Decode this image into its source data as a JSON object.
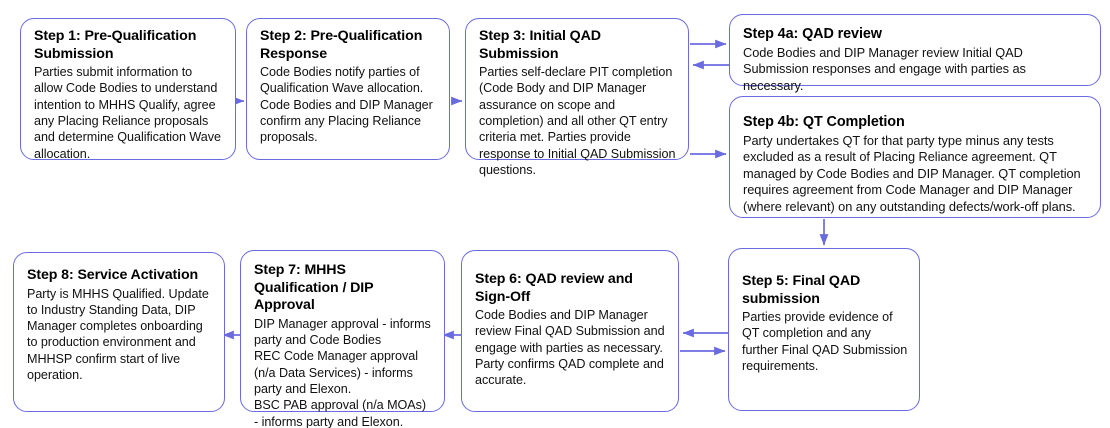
{
  "diagram": {
    "title": "MHHS Qualification Process Flow",
    "accent_color": "#6B6BE0",
    "background_color": "#FFFFFF",
    "text_color": "#111111"
  },
  "nodes": {
    "step1": {
      "title": "Step 1: Pre-Qualification Submission",
      "body": "Parties submit information to allow Code Bodies to understand intention to MHHS Qualify, agree any Placing Reliance proposals and determine Qualification Wave allocation."
    },
    "step2": {
      "title": "Step 2: Pre-Qualification Response",
      "body": "Code Bodies notify parties of Qualification Wave allocation. Code Bodies and DIP Manager confirm any Placing Reliance proposals."
    },
    "step3": {
      "title": "Step 3: Initial QAD Submission",
      "body": "Parties self-declare PIT completion (Code Body and DIP Manager assurance on scope and completion) and all other QT entry criteria met. Parties provide response to Initial QAD Submission questions."
    },
    "step4a": {
      "title": "Step 4a: QAD review",
      "body": "Code Bodies and DIP Manager review Initial QAD Submission responses and engage with parties as necessary."
    },
    "step4b": {
      "title": "Step 4b: QT Completion",
      "body": "Party undertakes QT for that party type minus any tests excluded as a result of Placing Reliance agreement. QT managed by Code Bodies and DIP Manager. QT completion requires agreement from Code Manager and DIP Manager (where relevant) on any outstanding defects/work-off plans."
    },
    "step5": {
      "title": "Step 5: Final QAD submission",
      "body": "Parties provide evidence of QT completion and any further Final QAD Submission requirements."
    },
    "step6": {
      "title": "Step 6: QAD review and Sign-Off",
      "body": "Code Bodies and DIP Manager review Final QAD Submission and engage with parties as necessary.\nParty confirms QAD complete and accurate."
    },
    "step7": {
      "title": "Step 7: MHHS Qualification / DIP Approval",
      "body": "DIP Manager approval - informs party and Code Bodies\nREC Code Manager approval (n/a Data Services) - informs party and Elexon.\nBSC PAB approval (n/a MOAs) - informs party and Elexon."
    },
    "step8": {
      "title": "Step 8: Service Activation",
      "body": "Party is MHHS Qualified. Update to Industry Standing Data, DIP Manager completes onboarding to production environment and MHHSP confirm start of live operation."
    }
  },
  "edges": [
    {
      "id": "e1",
      "from": "step1",
      "to": "step2",
      "direction": "right"
    },
    {
      "id": "e2",
      "from": "step2",
      "to": "step3",
      "direction": "right"
    },
    {
      "id": "e3",
      "from": "step3",
      "to": "step4a",
      "direction": "right"
    },
    {
      "id": "e4",
      "from": "step4a",
      "to": "step3",
      "direction": "left"
    },
    {
      "id": "e5",
      "from": "step3",
      "to": "step4b",
      "direction": "right"
    },
    {
      "id": "e6",
      "from": "step4b",
      "to": "step5",
      "direction": "down"
    },
    {
      "id": "e7",
      "from": "step5",
      "to": "step6",
      "direction": "left"
    },
    {
      "id": "e8",
      "from": "step6",
      "to": "step5",
      "direction": "right"
    },
    {
      "id": "e9",
      "from": "step6",
      "to": "step7",
      "direction": "left"
    },
    {
      "id": "e10",
      "from": "step7",
      "to": "step8",
      "direction": "left"
    }
  ]
}
